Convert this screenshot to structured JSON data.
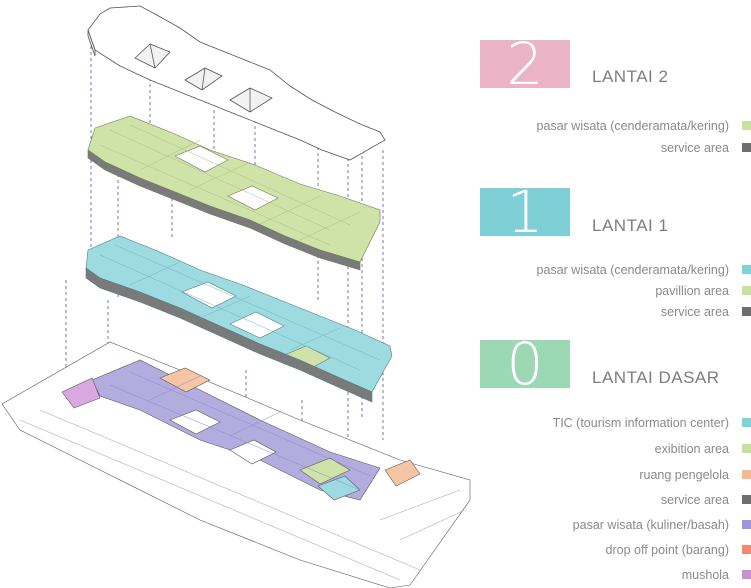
{
  "levels": [
    {
      "number": "2",
      "title": "LANTAI 2",
      "color": "#eab4c6",
      "items": [
        {
          "label": "pasar wisata (cenderamata/kering)",
          "color": "#c6e29c"
        },
        {
          "label": "service area",
          "color": "#6e6e6e"
        }
      ]
    },
    {
      "number": "1",
      "title": "LANTAI 1",
      "color": "#7fcfd6",
      "items": [
        {
          "label": "pasar wisata (cenderamata/kering)",
          "color": "#7fd3d9"
        },
        {
          "label": "pavillion area",
          "color": "#c6e29c"
        },
        {
          "label": "service area",
          "color": "#6e6e6e"
        }
      ]
    },
    {
      "number": "0",
      "title": "LANTAI DASAR",
      "color": "#9dd8b4",
      "items": [
        {
          "label": "TIC (tourism information center)",
          "color": "#7fd3d9"
        },
        {
          "label": "exibition area",
          "color": "#c6e29c"
        },
        {
          "label": "ruang pengelola",
          "color": "#f5b98e"
        },
        {
          "label": "service area",
          "color": "#6e6e6e"
        },
        {
          "label": "pasar wisata (kuliner/basah)",
          "color": "#9d95e0"
        },
        {
          "label": "drop off point (barang)",
          "color": "#ef8a6e"
        },
        {
          "label": "mushola",
          "color": "#c98ed8"
        }
      ]
    }
  ]
}
